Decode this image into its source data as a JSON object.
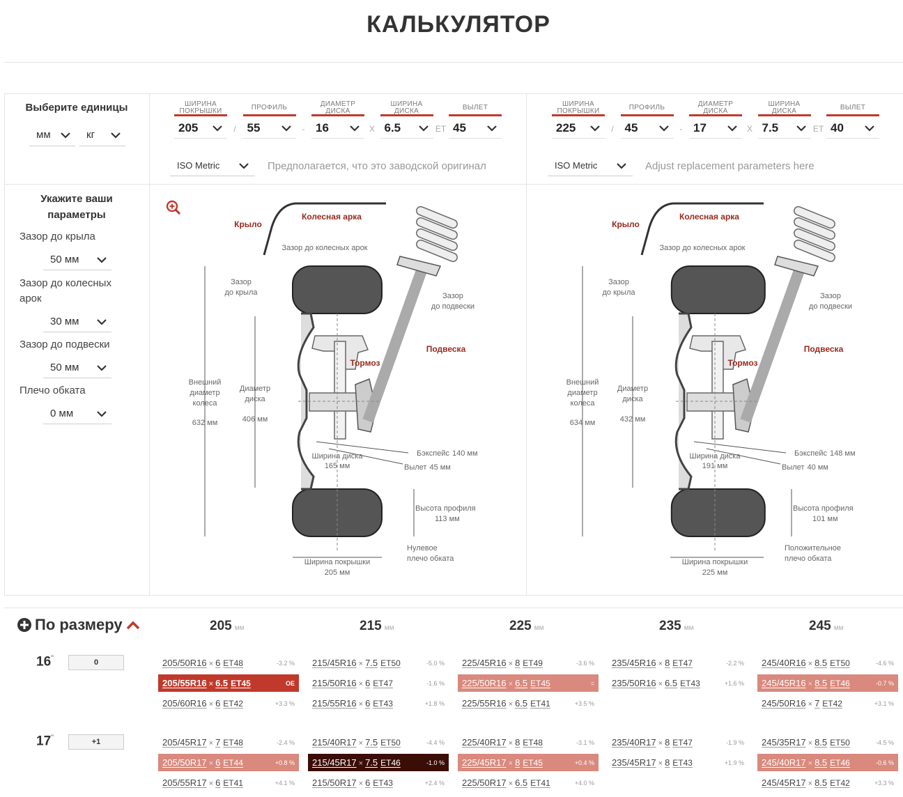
{
  "page": {
    "title": "КАЛЬКУЛЯТОР"
  },
  "units": {
    "title": "Выберите единицы",
    "length": "мм",
    "weight": "кг"
  },
  "params_labels": {
    "tire_width": [
      "ШИРИНА",
      "ПОКРЫШКИ"
    ],
    "profile": "ПРОФИЛЬ",
    "rim_diameter": [
      "ДИАМЕТР",
      "ДИСКА"
    ],
    "rim_width": [
      "ШИРИНА",
      "ДИСКА"
    ],
    "offset": "ВЫЛЕТ",
    "sep_slash": "/",
    "sep_dash": "-",
    "sep_x": "X",
    "sep_et": "ET"
  },
  "left_setup": {
    "tire_width": "205",
    "profile": "55",
    "rim_diameter": "16",
    "rim_width": "6.5",
    "offset": "45",
    "standard": "ISO Metric",
    "note": "Предполагается, что это заводской оригинал"
  },
  "right_setup": {
    "tire_width": "225",
    "profile": "45",
    "rim_diameter": "17",
    "rim_width": "7.5",
    "offset": "40",
    "standard": "ISO Metric",
    "note": "Adjust replacement parameters here"
  },
  "sidebar": {
    "title": [
      "Укажите ваши",
      "параметры"
    ],
    "fender_label": "Зазор до крыла",
    "fender_value": "50 мм",
    "arch_label": [
      "Зазор до колесных",
      "арок"
    ],
    "arch_value": "30 мм",
    "susp_label": "Зазор до подвески",
    "susp_value": "50 мм",
    "scrub_label": "Плечо обката",
    "scrub_value": "0 мм"
  },
  "diagram_labels": {
    "fender": "Крыло",
    "arch": "Колесная арка",
    "arch_gap": "Зазор до колесных арок",
    "fender_gap": [
      "Зазор",
      "до крыла"
    ],
    "susp_gap": [
      "Зазор",
      "до подвески"
    ],
    "suspension": "Подвеска",
    "brake": "Тормоз",
    "outer_dia": [
      "Внешний",
      "диаметр",
      "колеса"
    ],
    "rim_dia": [
      "Диаметр",
      "диска"
    ],
    "rim_width": "Ширина диска",
    "backspace": "Бэкспейс",
    "offset": "Вылет",
    "profile_h": "Высота профиля",
    "tire_w": "Ширина покрышки"
  },
  "left_diagram": {
    "outer": "632 мм",
    "rim": "406 мм",
    "rim_w": "165 мм",
    "backspace": "140 мм",
    "offset": "45 мм",
    "profile_h": "113 мм",
    "tire_w": "205 мм",
    "scrub": [
      "Нулевое",
      "плечо обката"
    ]
  },
  "right_diagram": {
    "outer": "634 мм",
    "rim": "432 мм",
    "rim_w": "191 мм",
    "backspace": "148 мм",
    "offset": "40 мм",
    "profile_h": "101 мм",
    "tire_w": "225 мм",
    "scrub": [
      "Положительное",
      "плечо обката"
    ]
  },
  "size_table": {
    "title": "По размеру",
    "unit": "мм",
    "columns": [
      "205",
      "215",
      "225",
      "235",
      "245"
    ],
    "rows": [
      {
        "diameter": "16",
        "mark": "\"",
        "delta": "0",
        "cells": [
          [
            [
              "205/50R16",
              "6",
              "ET48",
              "-3.2 %",
              ""
            ],
            [
              "205/55R16",
              "6.5",
              "ET45",
              "OE",
              "oe"
            ],
            [
              "205/60R16",
              "6",
              "ET42",
              "+3.3 %",
              ""
            ]
          ],
          [
            [
              "215/45R16",
              "7.5",
              "ET50",
              "-5.0 %",
              ""
            ],
            [
              "215/50R16",
              "6",
              "ET47",
              "-1.6 %",
              ""
            ],
            [
              "215/55R16",
              "6",
              "ET43",
              "+1.8 %",
              ""
            ]
          ],
          [
            [
              "225/45R16",
              "8",
              "ET49",
              "-3.6 %",
              ""
            ],
            [
              "225/50R16",
              "6.5",
              "ET45",
              "=",
              "hl"
            ],
            [
              "225/55R16",
              "6.5",
              "ET41",
              "+3.5 %",
              ""
            ]
          ],
          [
            [
              "235/45R16",
              "8",
              "ET47",
              "-2.2 %",
              ""
            ],
            [
              "235/50R16",
              "6.5",
              "ET43",
              "+1.6 %",
              ""
            ]
          ],
          [
            [
              "245/40R16",
              "8.5",
              "ET50",
              "-4.6 %",
              ""
            ],
            [
              "245/45R16",
              "8.5",
              "ET46",
              "-0.7 %",
              "hl"
            ],
            [
              "245/50R16",
              "7",
              "ET42",
              "+3.1 %",
              ""
            ]
          ]
        ]
      },
      {
        "diameter": "17",
        "mark": "\"",
        "delta": "+1",
        "cells": [
          [
            [
              "205/45R17",
              "7",
              "ET48",
              "-2.4 %",
              ""
            ],
            [
              "205/50R17",
              "6",
              "ET44",
              "+0.8 %",
              "hl"
            ],
            [
              "205/55R17",
              "6",
              "ET41",
              "+4.1 %",
              ""
            ]
          ],
          [
            [
              "215/40R17",
              "7.5",
              "ET50",
              "-4.4 %",
              ""
            ],
            [
              "215/45R17",
              "7.5",
              "ET46",
              "-1.0 %",
              "dk"
            ],
            [
              "215/50R17",
              "6",
              "ET43",
              "+2.4 %",
              ""
            ]
          ],
          [
            [
              "225/40R17",
              "8",
              "ET48",
              "-3.1 %",
              ""
            ],
            [
              "225/45R17",
              "8",
              "ET45",
              "+0.4 %",
              "hl"
            ],
            [
              "225/50R17",
              "6.5",
              "ET41",
              "+4.0 %",
              ""
            ]
          ],
          [
            [
              "235/40R17",
              "8",
              "ET47",
              "-1.9 %",
              ""
            ],
            [
              "235/45R17",
              "8",
              "ET43",
              "+1.9 %",
              ""
            ]
          ],
          [
            [
              "245/35R17",
              "8.5",
              "ET50",
              "-4.5 %",
              ""
            ],
            [
              "245/40R17",
              "8.5",
              "ET46",
              "-0.6 %",
              "hl"
            ],
            [
              "245/45R17",
              "8.5",
              "ET42",
              "+3.3 %",
              ""
            ]
          ]
        ]
      }
    ]
  },
  "colors": {
    "accent": "#c0392b",
    "highlight": "#d9897d",
    "dark": "#3b0d07"
  }
}
